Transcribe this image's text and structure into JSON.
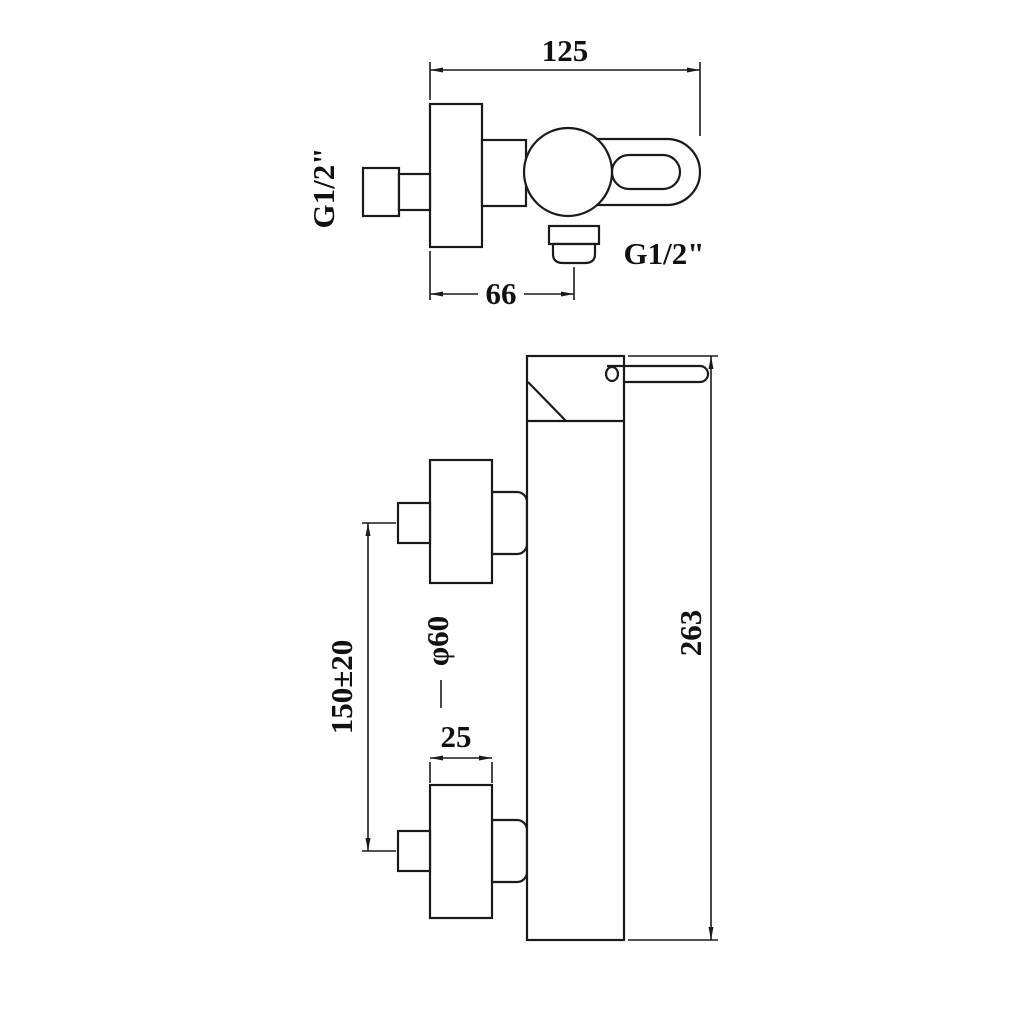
{
  "colors": {
    "background": "#ffffff",
    "line": "#1a1a1a",
    "text": "#111111"
  },
  "top_view": {
    "width": "125",
    "outlet_offset": "66",
    "inlet_thread": "G1/2\"",
    "outlet_thread": "G1/2\""
  },
  "side_view": {
    "height": "263",
    "inlet_spacing": "150±20",
    "flange_diameter": "φ60",
    "flange_depth": "25"
  }
}
